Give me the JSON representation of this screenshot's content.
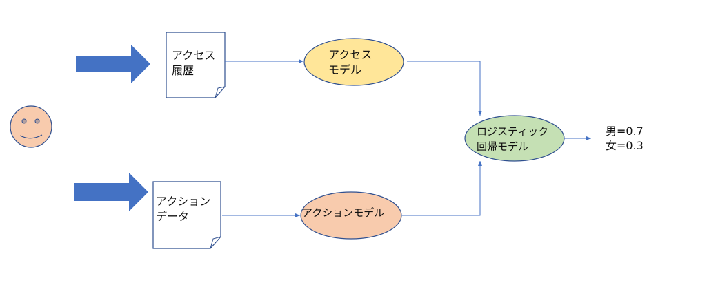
{
  "diagram": {
    "user": {
      "label": "",
      "icon": "smiley-face"
    },
    "documents": [
      {
        "id": "access-history",
        "lines": [
          "アクセス",
          "履歴"
        ]
      },
      {
        "id": "action-data",
        "lines": [
          "アクション",
          "データ"
        ]
      }
    ],
    "models": [
      {
        "id": "access-model",
        "lines": [
          "アクセス",
          "モデル"
        ],
        "color": "#FFE699"
      },
      {
        "id": "action-model",
        "lines": [
          "アクションモデル"
        ],
        "color": "#F8CBAD"
      },
      {
        "id": "logistic-model",
        "lines": [
          "ロジスティック",
          "回帰モデル"
        ],
        "color": "#C5E0B4"
      }
    ],
    "output": {
      "lines": [
        "男=0.7",
        "女=0.3"
      ]
    },
    "colors": {
      "arrow": "#4472C4",
      "stroke": "#2F4F8F",
      "face": "#F8CBAD"
    }
  }
}
